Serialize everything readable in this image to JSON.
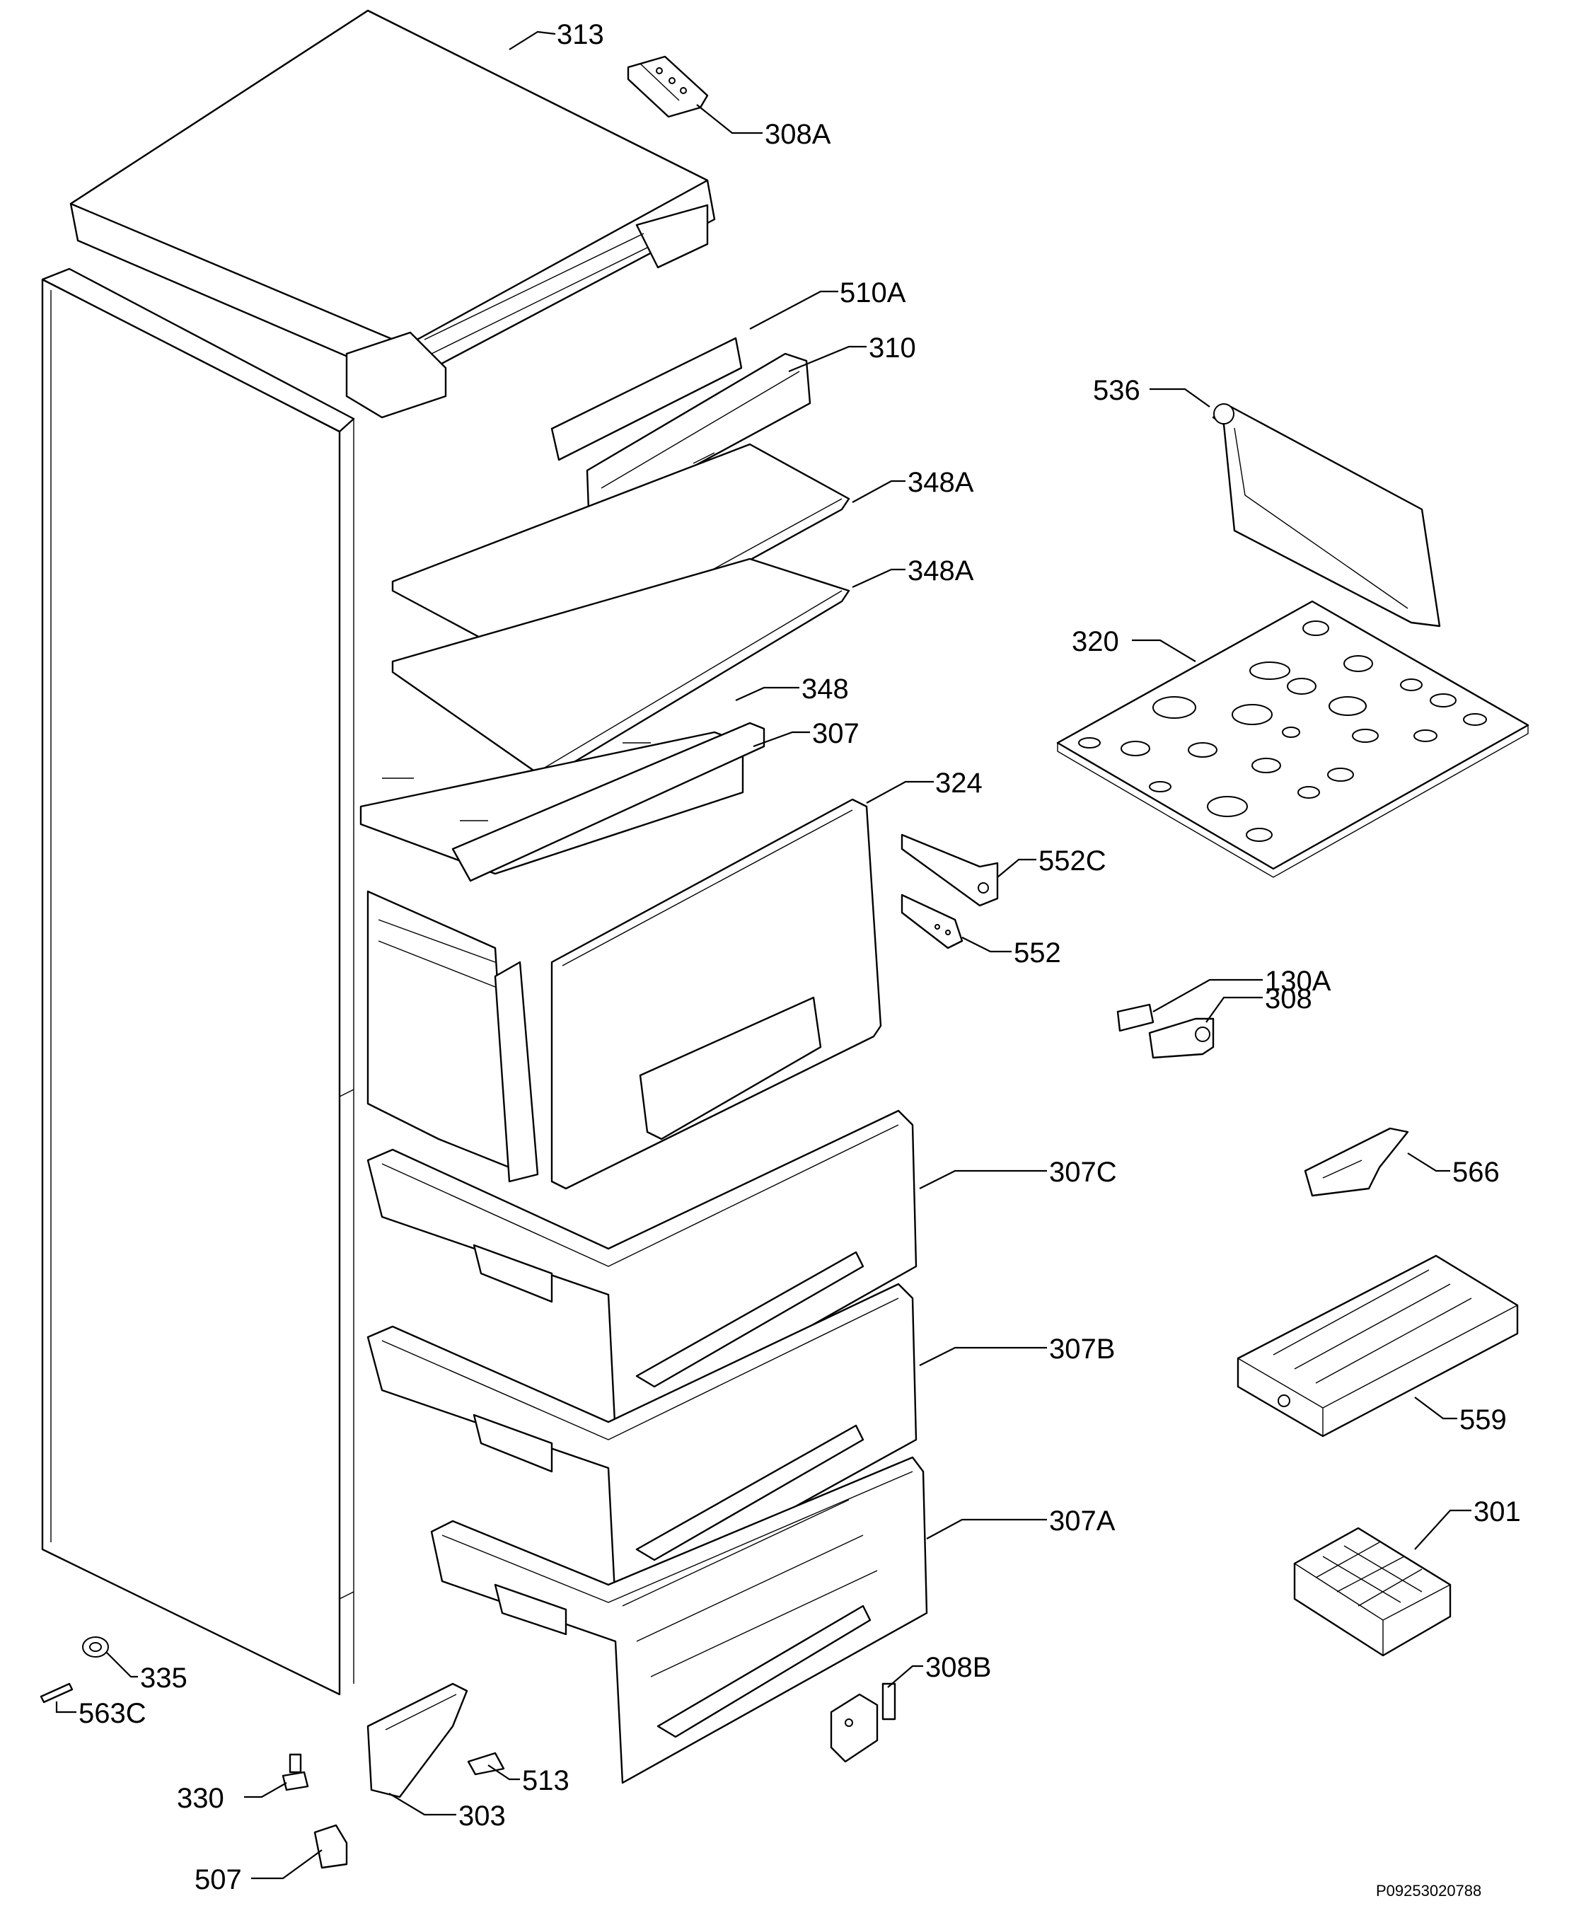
{
  "callouts": [
    {
      "id": "313",
      "text": "313"
    },
    {
      "id": "308a",
      "text": "308A"
    },
    {
      "id": "510a",
      "text": "510A"
    },
    {
      "id": "310",
      "text": "310"
    },
    {
      "id": "536",
      "text": "536"
    },
    {
      "id": "348a-upper",
      "text": "348A"
    },
    {
      "id": "348a-lower",
      "text": "348A"
    },
    {
      "id": "320",
      "text": "320"
    },
    {
      "id": "348",
      "text": "348"
    },
    {
      "id": "307",
      "text": "307"
    },
    {
      "id": "324",
      "text": "324"
    },
    {
      "id": "552c",
      "text": "552C"
    },
    {
      "id": "552",
      "text": "552"
    },
    {
      "id": "130a",
      "text": "130A"
    },
    {
      "id": "308",
      "text": "308"
    },
    {
      "id": "307c",
      "text": "307C"
    },
    {
      "id": "566",
      "text": "566"
    },
    {
      "id": "307b",
      "text": "307B"
    },
    {
      "id": "559",
      "text": "559"
    },
    {
      "id": "307a",
      "text": "307A"
    },
    {
      "id": "301",
      "text": "301"
    },
    {
      "id": "335",
      "text": "335"
    },
    {
      "id": "563c",
      "text": "563C"
    },
    {
      "id": "308b",
      "text": "308B"
    },
    {
      "id": "330",
      "text": "330"
    },
    {
      "id": "513",
      "text": "513"
    },
    {
      "id": "507",
      "text": "507"
    },
    {
      "id": "303",
      "text": "303"
    }
  ],
  "reference_code": "P09253020788"
}
